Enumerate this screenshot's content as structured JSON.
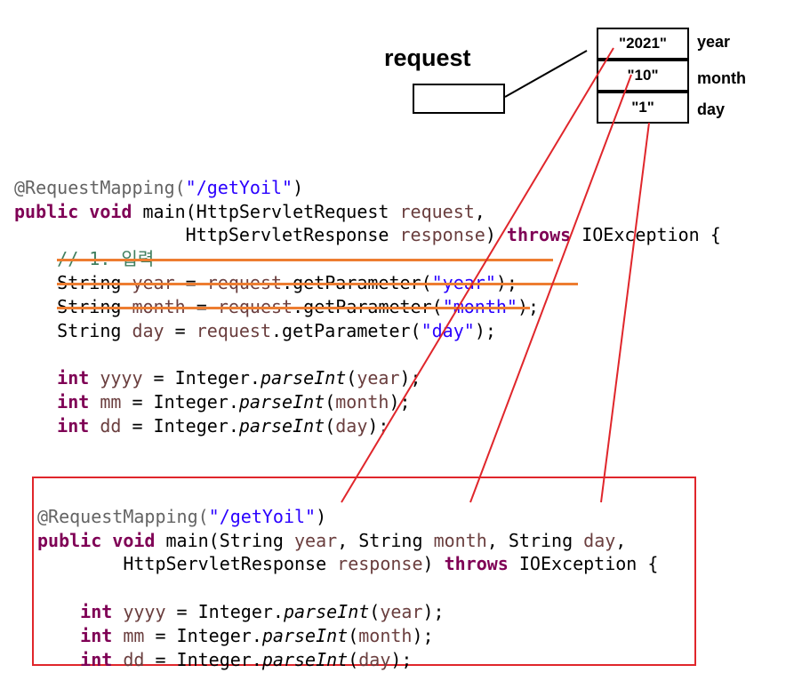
{
  "request_diagram": {
    "object_label": "request",
    "params": [
      {
        "value": "\"2021\"",
        "name": "year"
      },
      {
        "value": "\"10\"",
        "name": "month"
      },
      {
        "value": "\"1\"",
        "name": "day"
      }
    ]
  },
  "before_code": {
    "annotation": "@RequestMapping(",
    "mapping_path": "\"/getYoil\"",
    "close_paren": ")",
    "kw_public": "public",
    "kw_void": "void",
    "method_sig": "main(HttpServletRequest ",
    "var_request": "request",
    "comma": ",",
    "response_type": "HttpServletResponse ",
    "var_response": "response",
    "paren_after_response": ") ",
    "kw_throws": "throws",
    "exception": " IOException {",
    "comment": "// 1. 입력",
    "string_type": "String ",
    "var_year": "year",
    "var_month": "month",
    "var_day": "day",
    "assign": " = ",
    "get_param": ".getParameter(",
    "str_year": "\"year\"",
    "str_month": "\"month\"",
    "str_day": "\"day\"",
    "stmt_end": ");",
    "kw_int": "int",
    "var_yyyy": " yyyy",
    "var_mm": " mm",
    "var_dd": " dd",
    "integer_call": " = Integer.",
    "parse_int": "parseInt",
    "open_paren": "("
  },
  "after_code": {
    "annotation": "@RequestMapping(",
    "mapping_path": "\"/getYoil\"",
    "close_paren": ")",
    "kw_public": "public",
    "kw_void": "void",
    "method_open": "main(String ",
    "var_year": "year",
    "sep_month": ", String ",
    "var_month": "month",
    "sep_day": ", String ",
    "var_day": "day",
    "comma": ",",
    "response_type": "HttpServletResponse ",
    "var_response": "response",
    "paren_after_response": ") ",
    "kw_throws": "throws",
    "exception": " IOException {",
    "kw_int": "int",
    "var_yyyy": " yyyy",
    "var_mm": " mm",
    "var_dd": " dd",
    "integer_call": " = Integer.",
    "parse_int": "parseInt",
    "open_paren": "(",
    "stmt_end": ");"
  },
  "colors": {
    "keyword": "#7f0055",
    "string": "#2a00ff",
    "variable": "#6a3e3e",
    "comment": "#3f7f5f",
    "annotation": "#646464",
    "strike": "#ed7d31",
    "connector": "#e0262b"
  }
}
